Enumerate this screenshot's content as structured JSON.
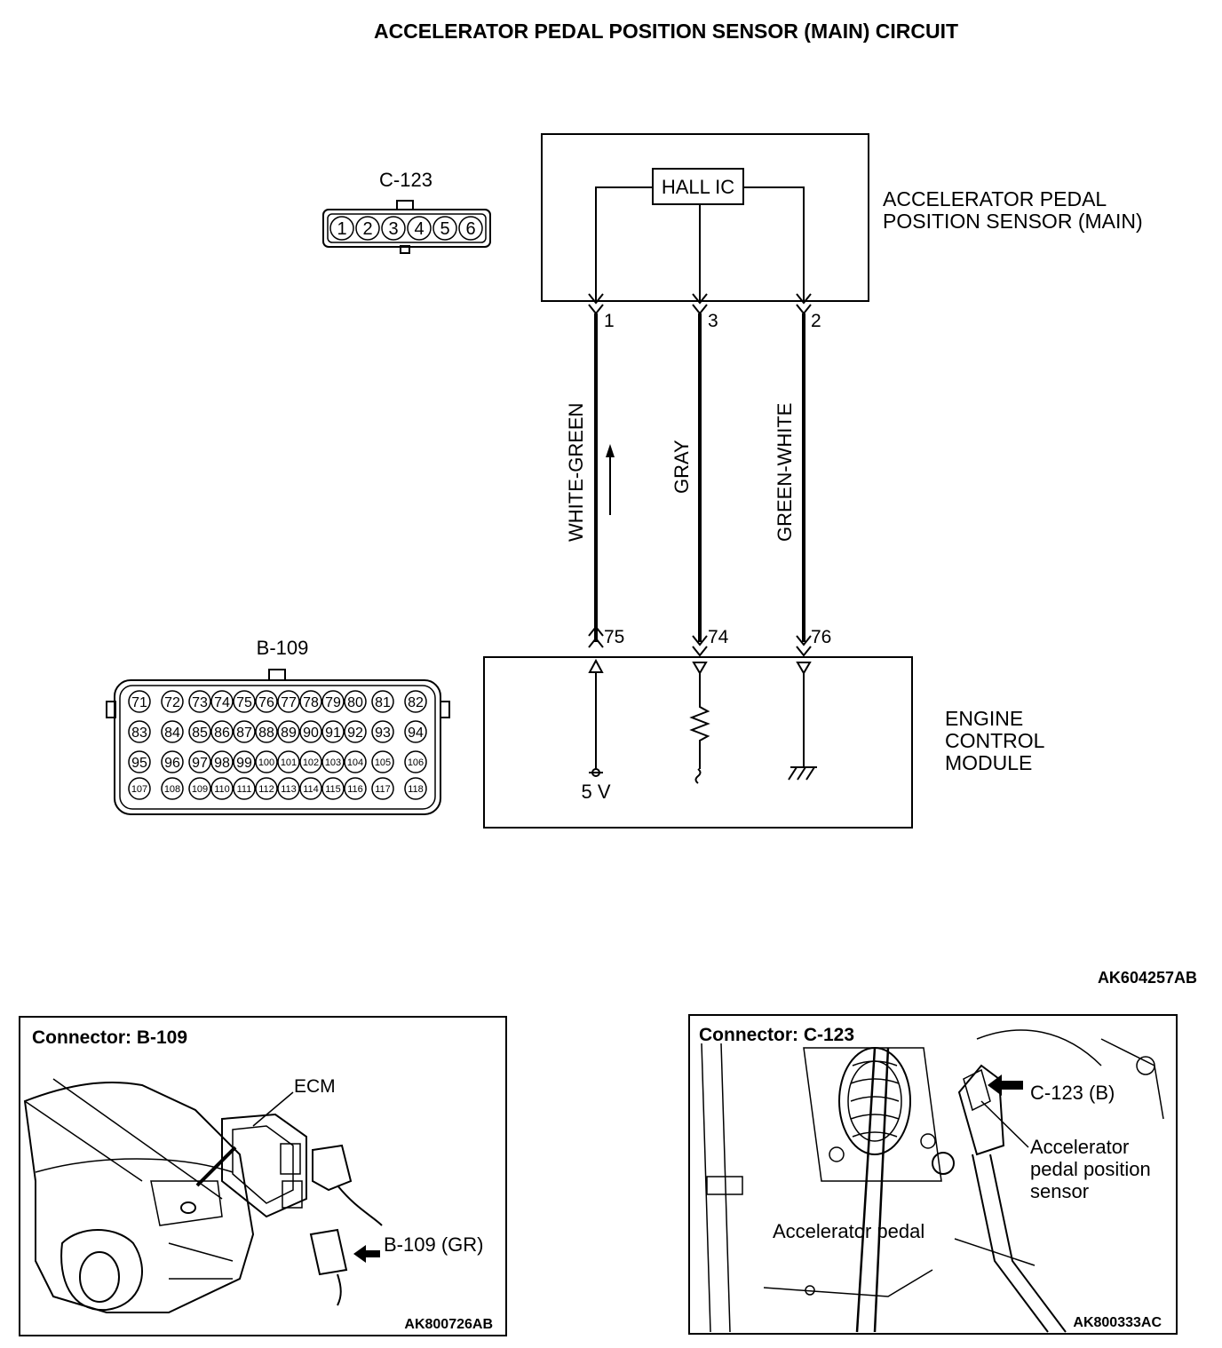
{
  "title": "ACCELERATOR PEDAL POSITION SENSOR (MAIN) CIRCUIT",
  "figure_code": "AK604257AB",
  "sensor": {
    "label_line1": "ACCELERATOR PEDAL",
    "label_line2": "POSITION SENSOR (MAIN)",
    "ic_label": "HALL IC",
    "pins": [
      "1",
      "3",
      "2"
    ]
  },
  "wires": [
    "WHITE-GREEN",
    "GRAY",
    "GREEN-WHITE"
  ],
  "ecm": {
    "label_line1": "ENGINE",
    "label_line2": "CONTROL",
    "label_line3": "MODULE",
    "pins": [
      "75",
      "74",
      "76"
    ],
    "supply": "5 V"
  },
  "connector_c123": {
    "name": "C-123",
    "pins": [
      "1",
      "2",
      "3",
      "4",
      "5",
      "6"
    ]
  },
  "connector_b109": {
    "name": "B-109",
    "rows": [
      [
        "71",
        "72",
        "73",
        "74",
        "75",
        "76",
        "77",
        "78",
        "79",
        "80",
        "81",
        "82"
      ],
      [
        "83",
        "84",
        "85",
        "86",
        "87",
        "88",
        "89",
        "90",
        "91",
        "92",
        "93",
        "94"
      ],
      [
        "95",
        "96",
        "97",
        "98",
        "99",
        "100",
        "101",
        "102",
        "103",
        "104",
        "105",
        "106"
      ],
      [
        "107",
        "108",
        "109",
        "110",
        "111",
        "112",
        "113",
        "114",
        "115",
        "116",
        "117",
        "118"
      ]
    ]
  },
  "panel_left": {
    "title": "Connector: B-109",
    "ecm_label": "ECM",
    "connector_label": "B-109 (GR)",
    "code": "AK800726AB"
  },
  "panel_right": {
    "title": "Connector: C-123",
    "connector_label": "C-123 (B)",
    "sensor_line1": "Accelerator",
    "sensor_line2": "pedal position",
    "sensor_line3": "sensor",
    "pedal_label": "Accelerator pedal",
    "code": "AK800333AC"
  }
}
